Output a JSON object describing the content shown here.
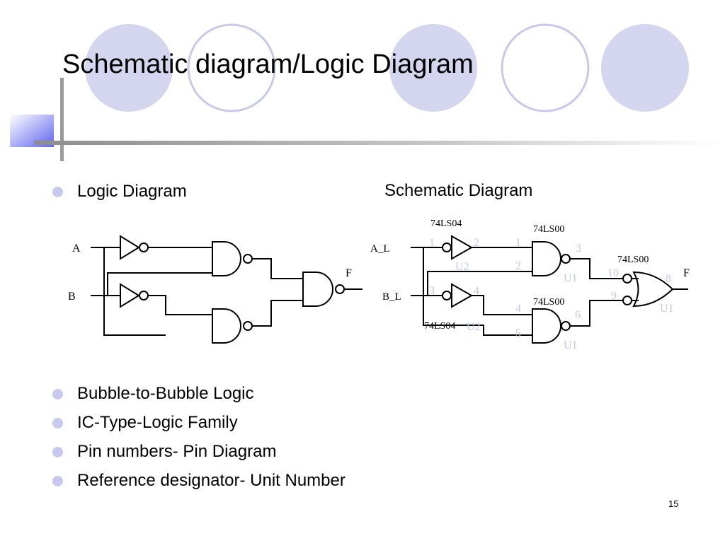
{
  "slide": {
    "title": "Schematic diagram/Logic Diagram",
    "page_number": "15"
  },
  "top_bullets": [
    "Logic Diagram"
  ],
  "schematic_heading": "Schematic Diagram",
  "bottom_bullets": [
    "Bubble-to-Bubble Logic",
    "IC-Type-Logic Family",
    "Pin numbers- Pin Diagram",
    "Reference designator- Unit Number"
  ],
  "logic_diagram": {
    "input_a": "A",
    "input_b": "B",
    "output": "F"
  },
  "schematic_diagram": {
    "input_a": "A_L",
    "input_b": "B_L",
    "output": "F",
    "inverter_top_part": "74LS04",
    "inverter_bottom_part": "74LS04",
    "nand_top_part": "74LS00",
    "nand_bottom_part": "74LS00",
    "or_part": "74LS00",
    "inverter_top_pin_in": "1",
    "inverter_top_pin_out": "2",
    "inverter_top_unit": "U2",
    "inverter_bottom_pin_in": "3",
    "inverter_bottom_pin_out": "4",
    "inverter_bottom_unit": "U2",
    "nand_top_pin_1": "1",
    "nand_top_pin_2": "2",
    "nand_top_pin_out": "3",
    "nand_top_unit": "U1",
    "nand_bottom_pin_1": "4",
    "nand_bottom_pin_2": "5",
    "nand_bottom_pin_out": "6",
    "nand_bottom_unit": "U1",
    "or_pin_1": "10",
    "or_pin_2": "9",
    "or_pin_out": "8",
    "or_unit": "U1"
  },
  "colors": {
    "accent_circle": "#d4d5ee",
    "circle_outline": "#c7c9ea",
    "bullet": "#c7c9ef",
    "pin_number": "#c4c6ea",
    "bar_grey": "#9a9a9a"
  }
}
